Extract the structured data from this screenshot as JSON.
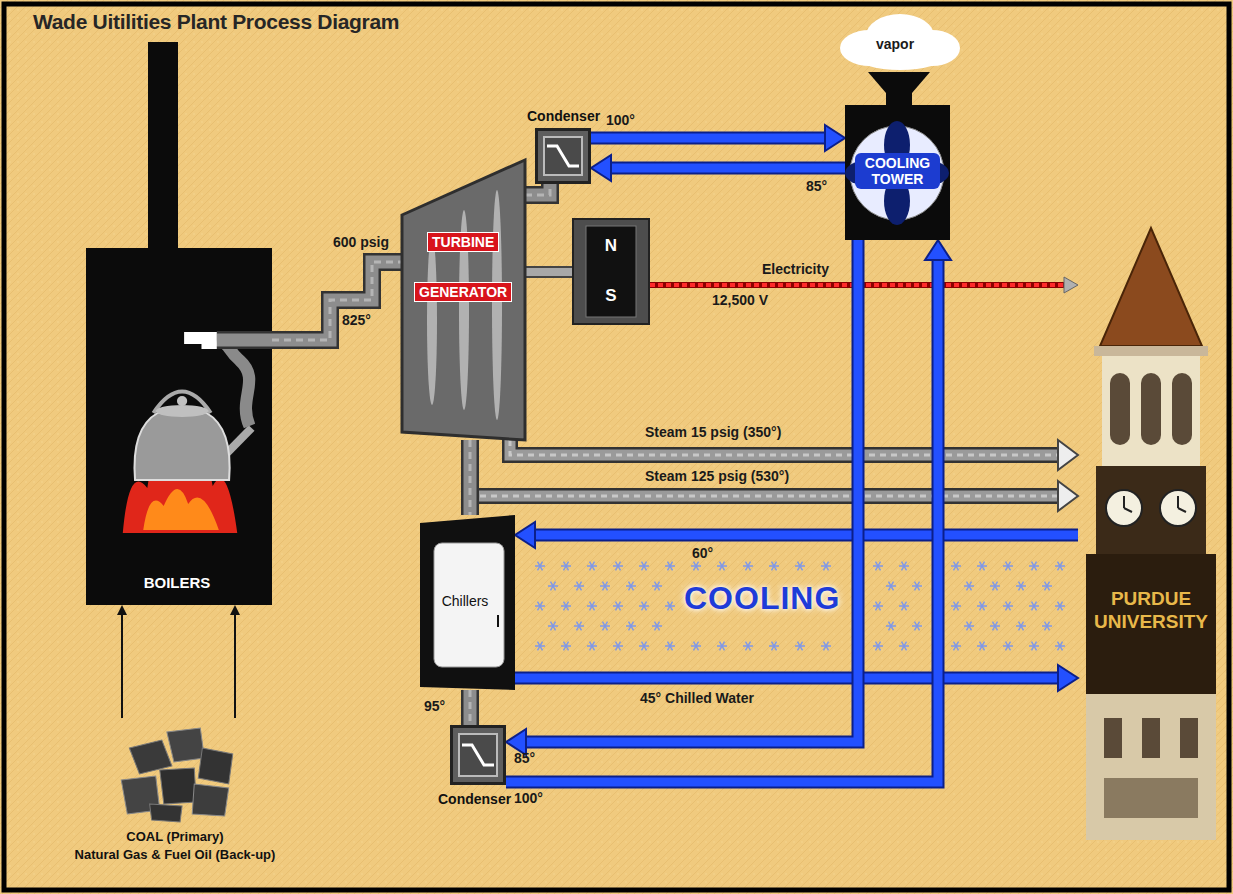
{
  "diagram": {
    "title": "Wade Uitilities Plant Process Diagram",
    "nodes": [
      {
        "text": [
          "BOILERS"
        ]
      },
      {
        "text": [
          "TURBINE",
          "GENERATOR"
        ]
      },
      {
        "text": [
          "Condenser"
        ]
      },
      {
        "text": [
          "COOLING TOWER"
        ]
      },
      {
        "text": [
          "N",
          "S"
        ]
      },
      {
        "text": [
          "Chillers"
        ]
      },
      {
        "text": [
          "Condenser"
        ]
      },
      {
        "text": [
          "PURDUE UNIVERSITY"
        ]
      },
      {
        "text": [
          "COAL (Primary)",
          "Natural Gas & Fuel Oil (Back-up)"
        ]
      }
    ],
    "edges": [
      {
        "from": 8,
        "to": 0,
        "arrow": "to"
      },
      {
        "from": 8,
        "to": 0,
        "arrow": "to"
      },
      {
        "from": 0,
        "to": 1,
        "arrow": "none"
      },
      {
        "from": 1,
        "to": 2,
        "arrow": "none"
      },
      {
        "from": 2,
        "to": 3,
        "label": "100°",
        "arrow": "to"
      },
      {
        "from": 3,
        "to": 2,
        "label": "85°",
        "arrow": "to"
      },
      {
        "from": 1,
        "to": 4,
        "arrow": "none"
      },
      {
        "from": 4,
        "to": 7,
        "label": "Electricity",
        "arrow": "to"
      },
      {
        "from": 1,
        "to": 7,
        "label": "Steam 15 psig (350°)",
        "arrow": "to"
      },
      {
        "from": 1,
        "to": 7,
        "label": "Steam 125 psig (530°)",
        "arrow": "to"
      },
      {
        "from": 1,
        "to": 5,
        "arrow": "none"
      },
      {
        "from": 7,
        "to": 5,
        "label": "60°",
        "arrow": "to"
      },
      {
        "from": 5,
        "to": 7,
        "label": "45° Chilled Water",
        "arrow": "to"
      },
      {
        "from": 5,
        "to": 6,
        "label": "95°",
        "arrow": "none"
      },
      {
        "from": 3,
        "to": 6,
        "label": "85°",
        "arrow": "to"
      },
      {
        "from": 6,
        "to": 3,
        "label": "100°",
        "arrow": "to"
      }
    ],
    "labels": [
      "vapor",
      "600 psig",
      "825°",
      "12,500 V",
      "COOLING"
    ]
  }
}
